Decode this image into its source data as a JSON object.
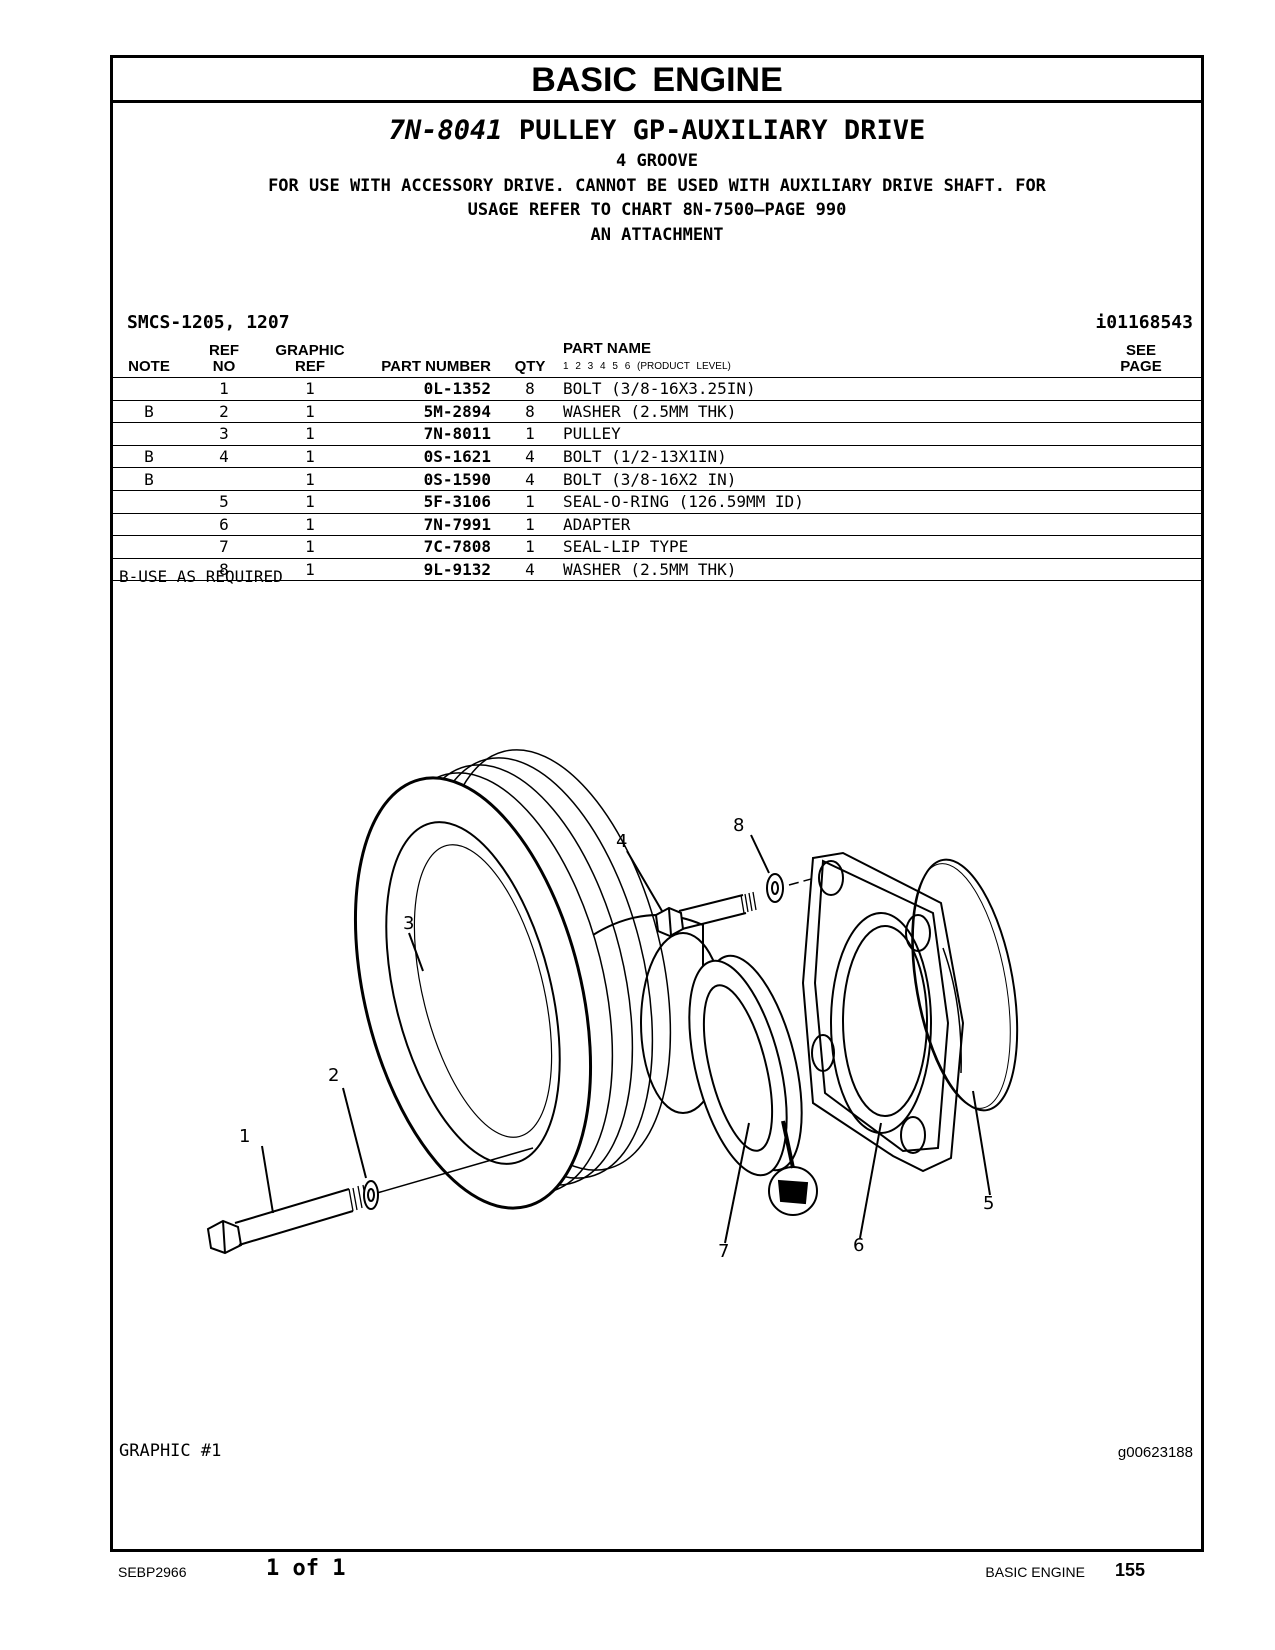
{
  "section_title": "BASIC ENGINE",
  "group": {
    "part_number": "7N-8041",
    "name": "PULLEY GP-AUXILIARY DRIVE",
    "lines": [
      "4 GROOVE",
      "FOR USE WITH ACCESSORY DRIVE. CANNOT BE USED WITH AUXILIARY DRIVE SHAFT. FOR",
      "USAGE REFER TO CHART 8N-7500—PAGE 990",
      "AN ATTACHMENT"
    ]
  },
  "smcs": "SMCS-1205, 1207",
  "doc_id": "i01168543",
  "columns": {
    "note": "NOTE",
    "ref_top": "REF",
    "ref_bottom": "NO",
    "graphic_top": "GRAPHIC",
    "graphic_bottom": "REF",
    "part_number": "PART NUMBER",
    "qty": "QTY",
    "part_name": "PART NAME",
    "product_levels": "1   2   3   4   5   6   (PRODUCT LEVEL)",
    "see_top": "SEE",
    "see_bottom": "PAGE"
  },
  "rows": [
    {
      "note": "",
      "ref": "1",
      "graphic": "1",
      "pn": "0L-1352",
      "qty": "8",
      "name": "BOLT (3/8-16X3.25IN)"
    },
    {
      "note": "B",
      "ref": "2",
      "graphic": "1",
      "pn": "5M-2894",
      "qty": "8",
      "name": "WASHER (2.5MM THK)"
    },
    {
      "note": "",
      "ref": "3",
      "graphic": "1",
      "pn": "7N-8011",
      "qty": "1",
      "name": "PULLEY"
    },
    {
      "note": "B",
      "ref": "4",
      "graphic": "1",
      "pn": "0S-1621",
      "qty": "4",
      "name": "BOLT (1/2-13X1IN)"
    },
    {
      "note": "B",
      "ref": "",
      "graphic": "1",
      "pn": "0S-1590",
      "qty": "4",
      "name": "BOLT (3/8-16X2 IN)"
    },
    {
      "note": "",
      "ref": "5",
      "graphic": "1",
      "pn": "5F-3106",
      "qty": "1",
      "name": "SEAL-O-RING (126.59MM ID)"
    },
    {
      "note": "",
      "ref": "6",
      "graphic": "1",
      "pn": "7N-7991",
      "qty": "1",
      "name": "ADAPTER"
    },
    {
      "note": "",
      "ref": "7",
      "graphic": "1",
      "pn": "7C-7808",
      "qty": "1",
      "name": "SEAL-LIP TYPE"
    },
    {
      "note": "",
      "ref": "8",
      "graphic": "1",
      "pn": "9L-9132",
      "qty": "4",
      "name": "WASHER (2.5MM THK)"
    }
  ],
  "footnote": "B-USE AS REQUIRED",
  "callouts": [
    "1",
    "2",
    "3",
    "4",
    "5",
    "6",
    "7",
    "8"
  ],
  "graphic_label": "GRAPHIC #1",
  "graphic_id": "g00623188",
  "footer": {
    "doc": "SEBP2966",
    "page_of": "1 of 1",
    "section": "BASIC ENGINE",
    "page": "155"
  }
}
